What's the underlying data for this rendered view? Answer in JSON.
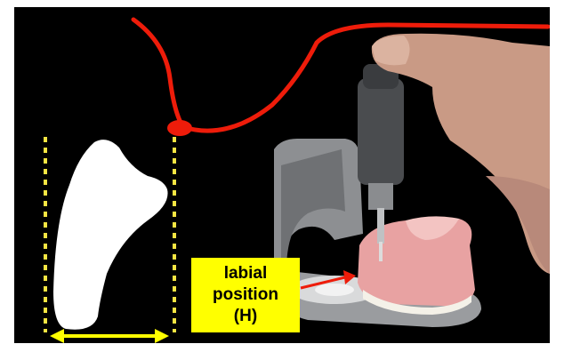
{
  "callout": {
    "line1": "labial",
    "line2": "position",
    "line3": "(H)"
  },
  "colors": {
    "background": "#000000",
    "callout_fill": "#ffff00",
    "guide_lines": "#f5e542",
    "width_arrow": "#ffff00",
    "trace_line": "#ee1c0a",
    "pointer_arrow": "#ee1c0a",
    "tooth_profile": "#ffffff"
  },
  "icons": [
    "tooth-profile-outline",
    "measuring-stylus",
    "denture-on-stand",
    "finger"
  ]
}
